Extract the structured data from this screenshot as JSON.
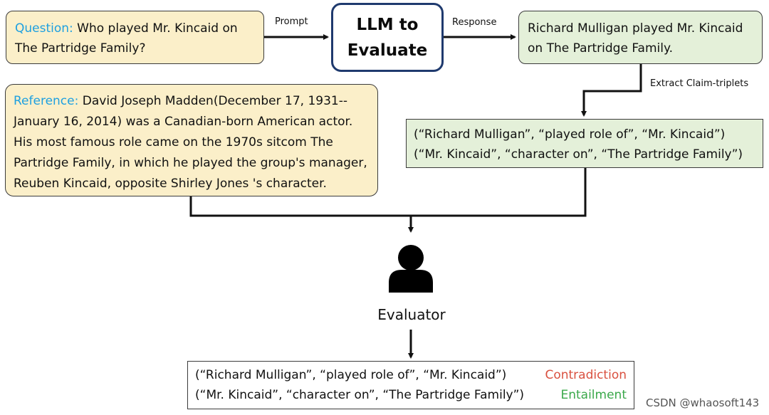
{
  "question": {
    "label": "Question:",
    "text": "Who played Mr. Kincaid on The Partridge Family?"
  },
  "llm": {
    "line1": "LLM to",
    "line2": "Evaluate"
  },
  "edges": {
    "prompt": "Prompt",
    "response": "Response",
    "extract": "Extract Claim-triplets"
  },
  "response": {
    "text": "Richard Mulligan played Mr. Kincaid on The Partridge Family."
  },
  "reference": {
    "label": "Reference:",
    "text": "David Joseph Madden(December 17, 1931--January 16, 2014) was a Canadian-born American actor. His most famous role came on the 1970s sitcom The Partridge Family, in which he played the group's manager, Reuben Kincaid, opposite Shirley Jones 's character."
  },
  "claims": [
    "(“Richard Mulligan”, “played role of”, “Mr. Kincaid”)",
    "(“Mr. Kincaid”, “character on”, “The Partridge Family”)"
  ],
  "evaluator": {
    "label": "Evaluator",
    "icon": "person-icon"
  },
  "results": [
    {
      "claim": "(“Richard Mulligan”, “played role of”, “Mr. Kincaid”)",
      "verdict": "Contradiction",
      "color": "#d9503f"
    },
    {
      "claim": "(“Mr. Kincaid”, “character on”, “The Partridge Family”)",
      "verdict": "Entailment",
      "color": "#3aa84a"
    }
  ],
  "watermark": "CSDN @whaosoft143",
  "colors": {
    "accent_label": "#1ea0e0",
    "yellow_box": "#fbefc9",
    "green_box": "#e4f0d9",
    "llm_border": "#1f3a6e"
  }
}
